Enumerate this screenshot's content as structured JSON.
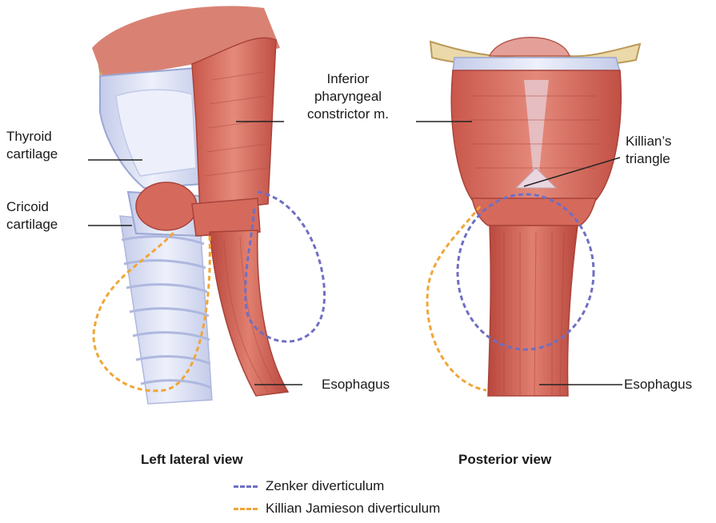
{
  "labels": {
    "thyroid_cartilage": "Thyroid\ncartilage",
    "cricoid_cartilage": "Cricoid\ncartilage",
    "inferior_constrictor": "Inferior\npharyngeal\nconstrictor m.",
    "killians_triangle": "Killian’s\ntriangle",
    "esophagus_left": "Esophagus",
    "esophagus_right": "Esophagus"
  },
  "views": {
    "left": "Left lateral view",
    "right": "Posterior view"
  },
  "legend": {
    "zenker": {
      "label": "Zenker diverticulum",
      "color": "#6f6fc2"
    },
    "killian_jamieson": {
      "label": "Killian Jamieson diverticulum",
      "color": "#f0a637"
    }
  },
  "colors": {
    "muscle": "#d96a5e",
    "muscle_dark": "#b8453b",
    "cartilage": "#dfe4f5",
    "cartilage_shadow": "#b7c0e3",
    "bone": "#e9d6a6"
  }
}
